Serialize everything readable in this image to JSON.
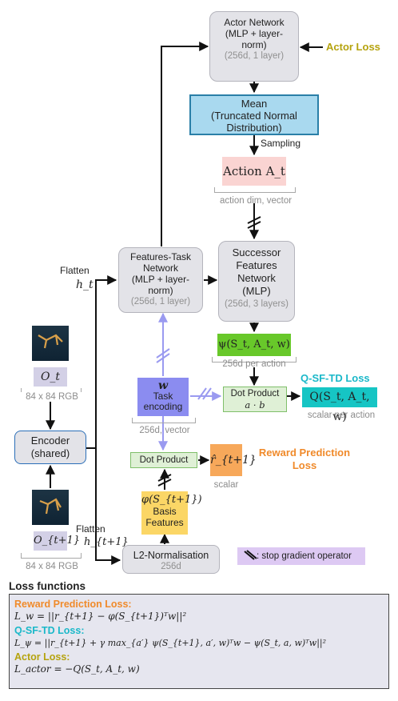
{
  "actor": {
    "line1": "Actor Network",
    "line2": "(MLP + layer-",
    "line3": "norm)",
    "dims": "(256d, 1 layer)"
  },
  "actor_loss": "Actor Loss",
  "mean": {
    "line1": "Mean",
    "line2": "(Truncated Normal",
    "line3": "Distribution)"
  },
  "sampling": "Sampling",
  "action": {
    "label": "Action A_t",
    "note": "action dim, vector"
  },
  "features_task": {
    "line1": "Features-Task",
    "line2": "Network",
    "line3": "(MLP + layer-",
    "line4": "norm)",
    "dims": "(256d, 1 layer)"
  },
  "flatten_top": "Flatten",
  "h_t": "h_t",
  "sf": {
    "line1": "Successor",
    "line2": "Features",
    "line3": "Network",
    "line4": "(MLP)",
    "dims": "(256d, 3 layers)"
  },
  "psi": {
    "label": "ψ(S_t, A_t, w)",
    "note": "256d per action"
  },
  "q_sf_td": "Q-SF-TD Loss",
  "dot_top": {
    "line1": "Dot Product",
    "line2": "a · b"
  },
  "q": {
    "label": "Q(S_t, A_t, w)",
    "note": "scalar per action"
  },
  "task": {
    "symbol": "w",
    "line1": "Task",
    "line2": "encoding",
    "note": "256d, vector"
  },
  "obs_top": {
    "label": "O_t",
    "note": "84 x 84 RGB"
  },
  "encoder": {
    "line1": "Encoder",
    "line2": "(shared)"
  },
  "dot_bottom": "Dot Product",
  "r_hat": {
    "label": "r̂_{t+1}",
    "note": "scalar"
  },
  "reward_pred": {
    "line1": "Reward Prediction",
    "line2": "Loss"
  },
  "phi": {
    "label": "φ(S_{t+1})",
    "line2": "Basis",
    "line3": "Features"
  },
  "flatten_bottom": "Flatten",
  "h_t1": "h_{t+1}",
  "obs_bottom": {
    "label": "O_{t+1}",
    "note": "84 x 84 RGB"
  },
  "l2": {
    "label": "L2-Normalisation",
    "note": "256d"
  },
  "stopgrad": ": stop gradient operator",
  "loss_section": {
    "title": "Loss functions",
    "reward_title": "Reward Prediction Loss:",
    "reward_eq": "L_w = ||r_{t+1} − φ(S_{t+1})ᵀw||²",
    "sf_title": "Q-SF-TD Loss:",
    "sf_eq": "L_ψ = ||r_{t+1} + γ max_{a′} ψ(S_{t+1}, a′, w)ᵀw − ψ(S_t, a, w)ᵀw||²",
    "actor_title": "Actor Loss:",
    "actor_eq": "L_actor = −Q(S_t, A_t, w)"
  },
  "colors": {
    "gray": "#e3e3e8",
    "mean": "#a9d9ef",
    "action": "#fad4d2",
    "psi": "#68c82a",
    "qbox": "#16c5c4",
    "task": "#8b8cf0",
    "dot": "#dff0d6",
    "phi": "#fbd666",
    "r_hat": "#f7a85a",
    "orange": "#f08a2a",
    "teal": "#1ab8c9",
    "olive": "#b5a30e",
    "stopgrad": "#ddc9f3",
    "lossbox": "#e6e6ef"
  }
}
